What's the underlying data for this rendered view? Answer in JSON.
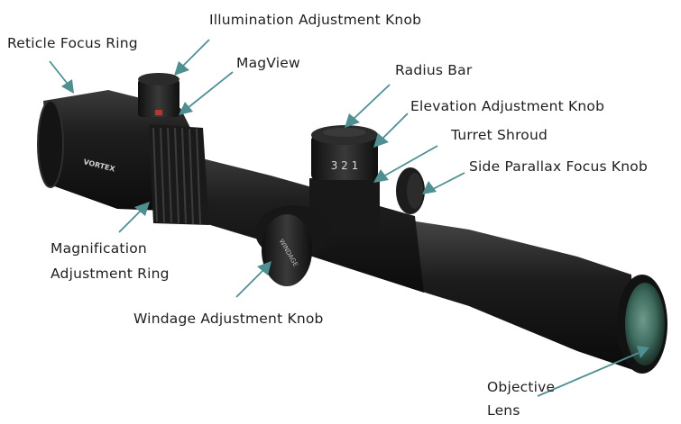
{
  "labels": {
    "illumination": "Illumination Adjustment Knob",
    "reticle_focus": "Reticle Focus Ring",
    "magview": "MagView",
    "radius_bar": "Radius Bar",
    "elevation": "Elevation Adjustment Knob",
    "turret_shroud": "Turret Shroud",
    "side_parallax": "Side Parallax Focus Knob",
    "magnification_line1": "Magnification",
    "magnification_line2": "Adjustment Ring",
    "windage": "Windage Adjustment Knob",
    "objective_line1": "Objective",
    "objective_line2": "Lens"
  },
  "scope_marks": {
    "brand": "VORTEX",
    "elevation_digits": "3 2 1",
    "windage_marking": "WINDAGE"
  },
  "colors": {
    "arrow": "#4f8f92",
    "scope_body": "#1c1c1c",
    "lens_glass": "#3d6a5d",
    "label_text": "#1f1f1f"
  }
}
